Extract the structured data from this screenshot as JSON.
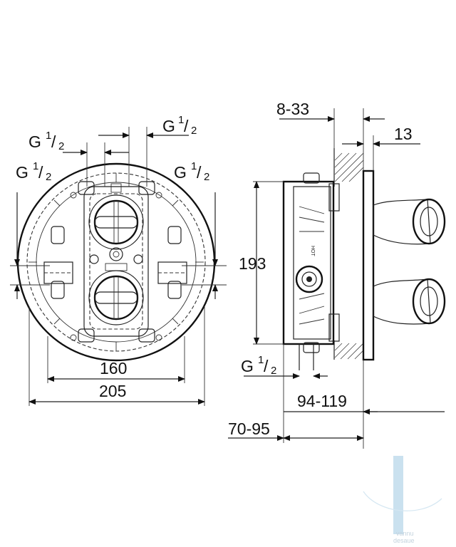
{
  "front_view": {
    "dims": {
      "inlet_top_right": {
        "base": "G",
        "num": "1",
        "den": "2"
      },
      "inlet_top_left": {
        "base": "G",
        "num": "1",
        "den": "2"
      },
      "inlet_mid_left": {
        "base": "G",
        "num": "1",
        "den": "2"
      },
      "inlet_mid_right": {
        "base": "G",
        "num": "1",
        "den": "2"
      },
      "width_inner": "160",
      "width_outer": "205"
    }
  },
  "side_view": {
    "dims": {
      "depth_wall": "8-33",
      "flange": "13",
      "height": "193",
      "outlet": {
        "base": "G",
        "num": "1",
        "den": "2"
      },
      "depth_outlet": "94-119",
      "depth_total": "70-95"
    }
  },
  "watermark": {
    "line1": "vannu",
    "line2": "desaue"
  },
  "colors": {
    "line": "#222222",
    "watermark": "#b9d7ea"
  }
}
